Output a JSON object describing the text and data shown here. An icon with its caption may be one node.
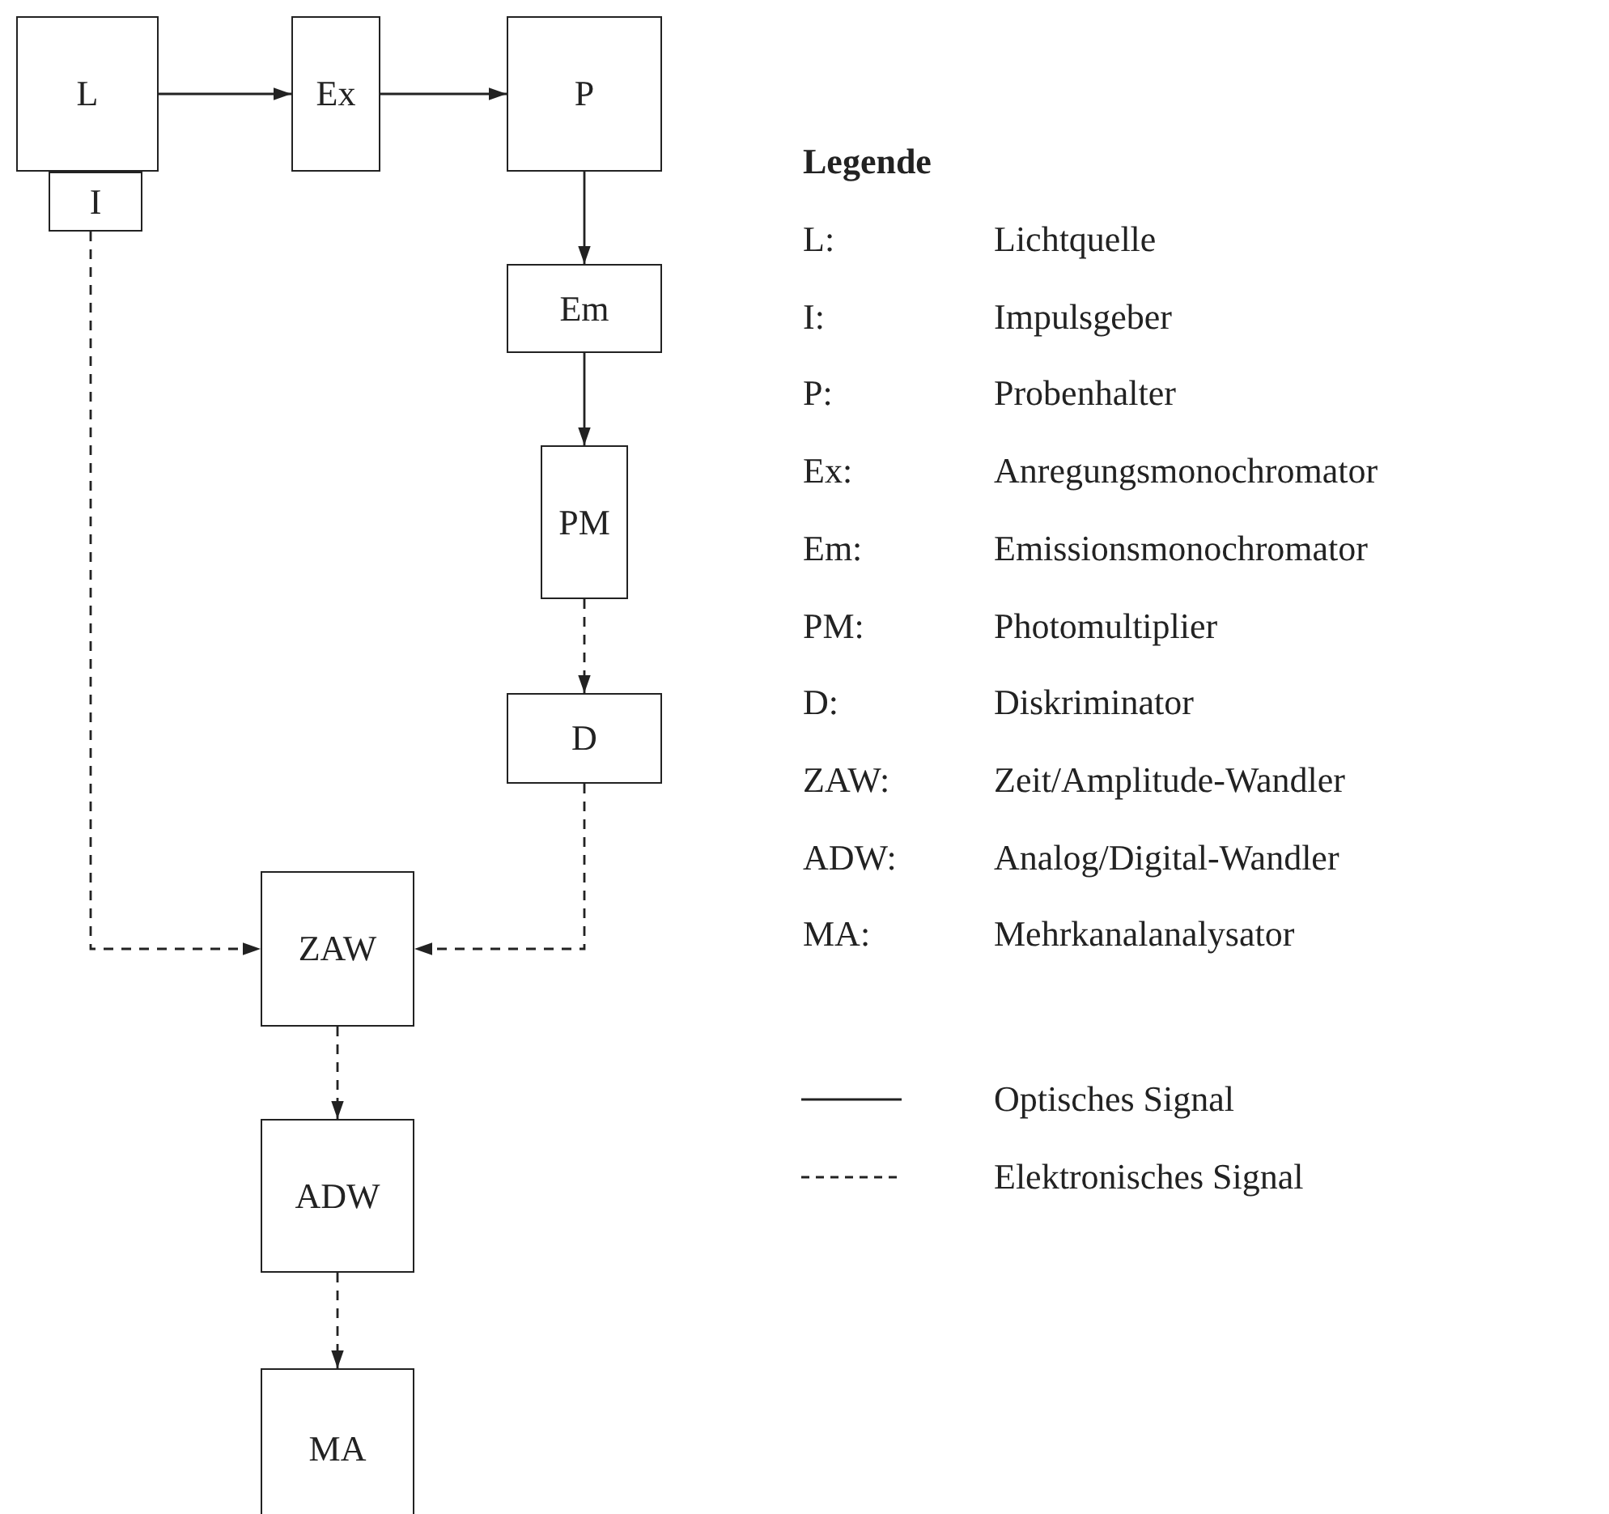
{
  "diagram": {
    "nodes": [
      {
        "text": [
          "L"
        ]
      },
      {
        "text": [
          "I"
        ]
      },
      {
        "text": [
          "Ex"
        ]
      },
      {
        "text": [
          "P"
        ]
      },
      {
        "text": [
          "Em"
        ]
      },
      {
        "text": [
          "PM"
        ]
      },
      {
        "text": [
          "D"
        ]
      },
      {
        "text": [
          "ZAW"
        ]
      },
      {
        "text": [
          "ADW"
        ]
      },
      {
        "text": [
          "MA"
        ]
      }
    ],
    "edges": [
      {
        "from": 0,
        "to": 2,
        "arrow": "to"
      },
      {
        "from": 2,
        "to": 3,
        "arrow": "to"
      },
      {
        "from": 3,
        "to": 4,
        "arrow": "to"
      },
      {
        "from": 4,
        "to": 5,
        "arrow": "to"
      },
      {
        "from": 5,
        "to": 6,
        "arrow": "to",
        "style": "dashed"
      },
      {
        "from": 1,
        "to": 7,
        "arrow": "to",
        "style": "dashed"
      },
      {
        "from": 6,
        "to": 7,
        "arrow": "to",
        "style": "dashed"
      },
      {
        "from": 7,
        "to": 8,
        "arrow": "to",
        "style": "dashed"
      },
      {
        "from": 8,
        "to": 9,
        "arrow": "to",
        "style": "dashed"
      }
    ],
    "labels": [
      "Legende",
      "L:",
      "Lichtquelle",
      "I:",
      "Impulsgeber",
      "P:",
      "Probenhalter",
      "Ex:",
      "Anregungsmonochromator",
      "Em:",
      "Emissionsmonochromator",
      "PM:",
      "Photomultiplier",
      "D:",
      "Diskriminator",
      "ZAW:",
      "Zeit/Amplitude-Wandler",
      "ADW:",
      "Analog/Digital-Wandler",
      "MA:",
      "Mehrkanalanalysator"
    ],
    "legend": [
      {
        "text": "Optisches Signal"
      },
      {
        "text": "Elektronisches Signal"
      }
    ]
  }
}
